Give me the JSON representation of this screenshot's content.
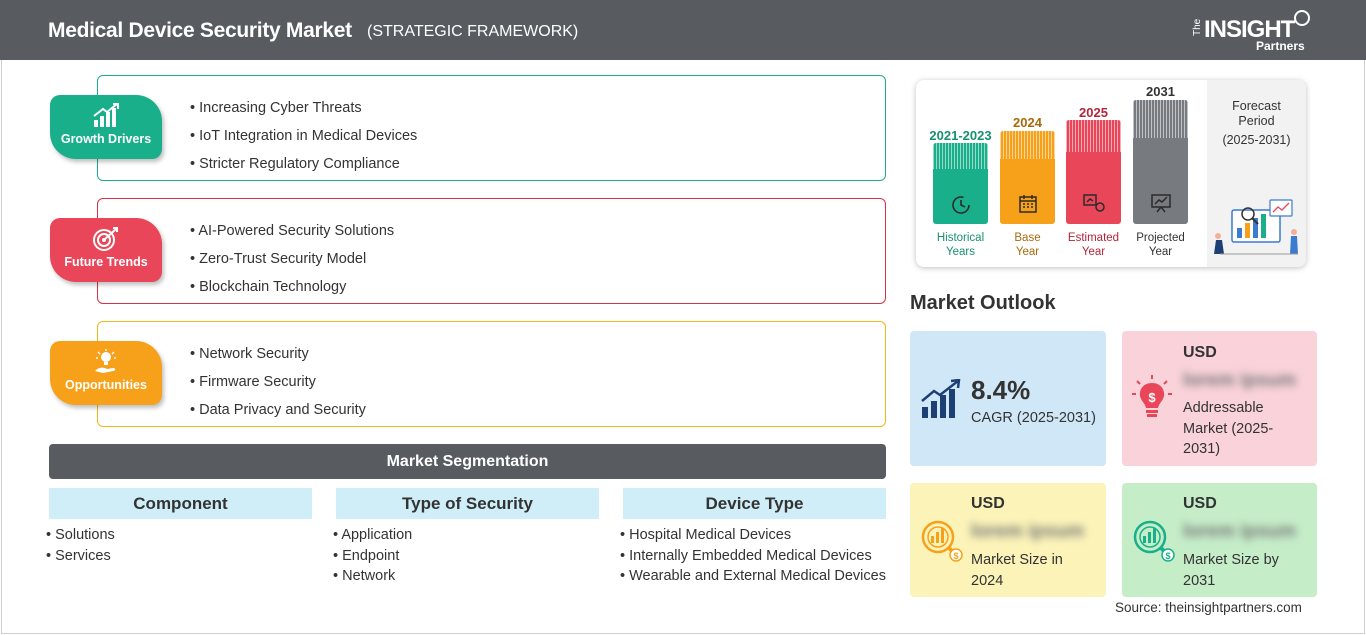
{
  "header": {
    "title": "Medical Device Security Market",
    "subtitle": "(STRATEGIC FRAMEWORK)",
    "logo_text": "The INSIGHT Partners"
  },
  "framework": [
    {
      "label": "Growth Drivers",
      "color": "#1aaf8b",
      "border": "#1aaf8b",
      "icon": "growth-chart-icon",
      "items": [
        "Increasing Cyber Threats",
        "IoT Integration in Medical Devices",
        "Stricter Regulatory Compliance"
      ]
    },
    {
      "label": "Future Trends",
      "color": "#e9465a",
      "border": "#d63346",
      "icon": "target-icon",
      "items": [
        "AI-Powered Security Solutions",
        "Zero-Trust Security Model",
        "Blockchain Technology"
      ]
    },
    {
      "label": "Opportunities",
      "color": "#f7a11a",
      "border": "#f2b818",
      "icon": "lightbulb-hand-icon",
      "items": [
        "Network Security",
        "Firmware Security",
        "Data Privacy and Security"
      ]
    }
  ],
  "segmentation": {
    "title": "Market Segmentation",
    "columns": [
      {
        "title": "Component",
        "items": [
          "Solutions",
          "Services"
        ]
      },
      {
        "title": "Type of Security",
        "items": [
          "Application",
          "Endpoint",
          "Network"
        ]
      },
      {
        "title": "Device Type",
        "items": [
          "Hospital Medical Devices",
          "Internally Embedded Medical Devices",
          "Wearable and External Medical Devices"
        ]
      }
    ]
  },
  "timeline": [
    {
      "year": "2021-2023",
      "label": "Historical Years",
      "label_lines": [
        "Historical",
        "Years"
      ],
      "color": "#1aaf8b",
      "year_color": "#17916f",
      "label_color": "#17916f",
      "icon": "clock-history-icon"
    },
    {
      "year": "2024",
      "label": "Base Year",
      "label_lines": [
        "Base",
        "Year"
      ],
      "color": "#f7a11a",
      "year_color": "#a8690a",
      "label_color": "#a8690a",
      "icon": "calendar-icon"
    },
    {
      "year": "2025",
      "label": "Estimated Year",
      "label_lines": [
        "Estimated",
        "Year"
      ],
      "color": "#e9465a",
      "year_color": "#b3253a",
      "label_color": "#b3253a",
      "icon": "estimate-gear-icon"
    },
    {
      "year": "2031",
      "label": "Projected Year",
      "label_lines": [
        "Projected",
        "Year"
      ],
      "color": "#777a7e",
      "year_color": "#333333",
      "label_color": "#333333",
      "icon": "presentation-board-icon"
    }
  ],
  "forecast": {
    "title_lines": [
      "Forecast",
      "Period"
    ],
    "range": "(2025-2031)"
  },
  "outlook": {
    "title": "Market Outlook",
    "cagr": {
      "value": "8.4%",
      "label": "CAGR (2025-2031)",
      "bg": "#cfe7f7"
    },
    "addressable": {
      "currency": "USD",
      "value": "lorem ipsum",
      "label_lines": [
        "Addressable",
        "Market (2025-",
        "2031)"
      ],
      "bg": "#f9d3d9"
    },
    "size_2024": {
      "currency": "USD",
      "value": "lorem ipsum",
      "label_lines": [
        "Market Size in",
        "2024"
      ],
      "bg": "#fbf3b8"
    },
    "size_2031": {
      "currency": "USD",
      "value": "lorem ipsum",
      "label_lines": [
        "Market Size by",
        "2031"
      ],
      "bg": "#c5edc8"
    }
  },
  "source": "Source: theinsightpartners.com"
}
